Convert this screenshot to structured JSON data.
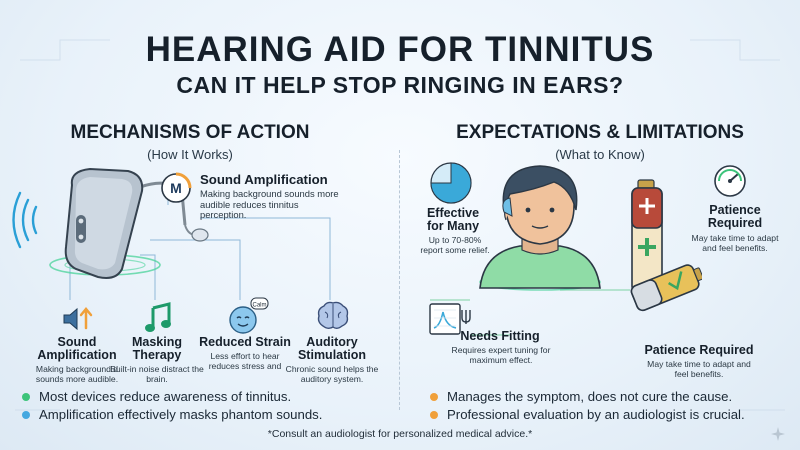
{
  "header": {
    "title": "HEARING AID FOR TINNITUS",
    "subtitle": "CAN IT HELP STOP RINGING IN EARS?"
  },
  "left": {
    "heading": "MECHANISMS OF ACTION",
    "subheading": "(How It Works)",
    "callout": {
      "badge": "M",
      "title": "Sound Amplification",
      "text": "Making background sounds more audible reduces tinnitus perception."
    },
    "features": [
      {
        "title": "Sound Amplification",
        "text": "Making background d sounds more audible.",
        "icon": "speaker-up-icon"
      },
      {
        "title": "Masking Therapy",
        "text": "Built-in noise distract the brain.",
        "icon": "music-note-icon"
      },
      {
        "title": "Reduced Strain",
        "text": "Less effort to hear reduces stress and",
        "icon": "calm-face-icon",
        "bubble": "Calm"
      },
      {
        "title": "Auditory Stimulation",
        "text": "Chronic sound helps the auditory system.",
        "icon": "brain-icon"
      }
    ],
    "bullets": [
      {
        "text": "Most devices reduce awareness of tinnitus.",
        "color": "#3cc47a"
      },
      {
        "text": "Amplification effectively masks phantom sounds.",
        "color": "#45a8e0"
      }
    ]
  },
  "right": {
    "heading": "EXPECTATIONS & LIMITATIONS",
    "subheading": "(What to Know)",
    "effective": {
      "title": "Effective for Many",
      "text": "Up to 70-80% report some relief.",
      "percent": 75
    },
    "patience_top": {
      "title": "Patience Required",
      "text": "May take time to adapt and feel benefits."
    },
    "needs_fitting": {
      "title": "Needs Fitting",
      "text": "Requires expert tuning for maximum effect."
    },
    "patience_bottom": {
      "title": "Patience Required",
      "text": "May take time to adapt and feel benefits."
    },
    "bullets": [
      {
        "text": "Manages the symptom, does not cure the cause.",
        "color": "#f0a03a"
      },
      {
        "text": "Professional evaluation by an audiologist is crucial.",
        "color": "#f0a03a"
      }
    ]
  },
  "footer": "*Consult an audiologist for personalized medical advice.*",
  "colors": {
    "accent_blue": "#45a8e0",
    "accent_green": "#3cc47a",
    "accent_orange": "#f0a03a",
    "dark": "#16202b"
  }
}
